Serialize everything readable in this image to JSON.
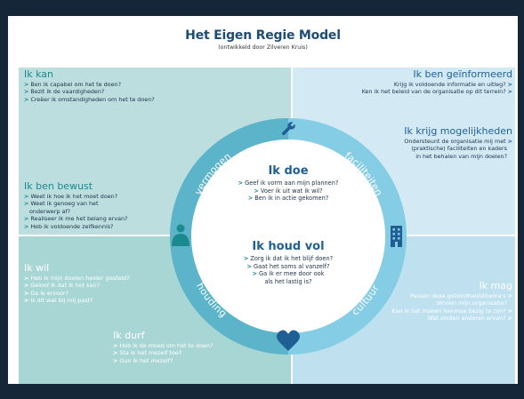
{
  "title": "Het Eigen Regie Model",
  "subtitle": "(ontwikkeld door Zilveren Kruis)",
  "bullet": ">",
  "sections": {
    "ik_kan": {
      "heading": "Ik kan",
      "items": [
        "Ben ik capabel om het te doen?",
        "Bezit ik de vaardigheden?",
        "Creëer ik omstandigheden om het te doen?"
      ]
    },
    "ik_ben_bewust": {
      "heading": "Ik ben bewust",
      "items": [
        "Weet ik hoe ik het moet doen?",
        "Weet ik genoeg van het",
        "onderwerp af?",
        "Realiseer ik me het belang ervan?",
        "Heb ik voldoende zelfkennis?"
      ]
    },
    "ik_wil": {
      "heading": "Ik wil",
      "items": [
        "Heb ik mijn doelen helder gesteld?",
        "Geloof ik dat ik het kan?",
        "Ga ik ervoor?",
        "Is dit wat bij mij past?"
      ]
    },
    "ik_durf": {
      "heading": "Ik durf",
      "items": [
        "Heb ik de moed om het te doen?",
        "Sta ik het mezelf toe?",
        "Gun ik het mezelf?"
      ]
    },
    "ik_ben_geinformeerd": {
      "heading": "Ik ben geïnformeerd",
      "items": [
        "Krijg ik voldoende informatie en uitleg?",
        "Ken ik het beleid van de organisatie op dit terrein?"
      ]
    },
    "ik_krijg_mogelijkheden": {
      "heading": "Ik krijg mogelijkheden",
      "items": [
        "Ondersteunt de organisatie mij met",
        "(praktische) faciliteiten en kaders",
        "in het behalen van mijn doelen?"
      ]
    },
    "ik_mag": {
      "heading": "Ik mag",
      "items": [
        "Passen deze gezondheidsthema's",
        "binnen mijn organisatie?",
        "Kan ik het maken hiermee bezig te zijn?",
        "Wat vinden anderen ervan?"
      ]
    },
    "ik_doe": {
      "heading": "Ik doe",
      "items": [
        "Geef ik vorm aan mijn plannen?",
        "Voer ik uit wat ik wil?",
        "Ben ik in actie gekomen?"
      ]
    },
    "ik_houd_vol": {
      "heading": "Ik houd vol",
      "items": [
        "Zorg ik dat ik het blijf doen?",
        "Gaat het soms al vanzelf?",
        "Ga ik er mee door ook",
        "als het lastig is?"
      ]
    }
  },
  "ring": {
    "labels": {
      "vermogen": "vermogen",
      "faciliteiten": "faciliteiten",
      "houding": "houding",
      "cultuur": "cultuur"
    },
    "icons": {
      "top": "wrench-icon",
      "right": "building-icon",
      "left": "person-icon",
      "bottom": "heart-icon"
    }
  },
  "colors": {
    "ring_dark": "#5bb4c9",
    "ring_light": "#85cde4",
    "title": "#1d4c74",
    "heading_teal": "#1a8a8e",
    "heading_blue": "#1f5f94",
    "quadrant_tl": "#bcdedf",
    "quadrant_bl": "#a8d6d4",
    "quadrant_tr": "#d3eaf5",
    "quadrant_br": "#bfe0ef"
  }
}
